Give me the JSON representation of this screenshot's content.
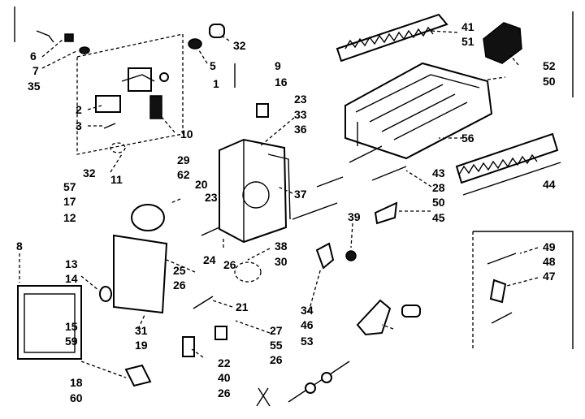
{
  "diagram": {
    "callouts": [
      {
        "id": "c-6",
        "text": "6"
      },
      {
        "id": "c-7",
        "text": "7"
      },
      {
        "id": "c-35",
        "text": "35"
      },
      {
        "id": "c-32a",
        "text": "32"
      },
      {
        "id": "c-5",
        "text": "5"
      },
      {
        "id": "c-9",
        "text": "9"
      },
      {
        "id": "c-16",
        "text": "16"
      },
      {
        "id": "c-1",
        "text": "1"
      },
      {
        "id": "c-2",
        "text": "2"
      },
      {
        "id": "c-3",
        "text": "3"
      },
      {
        "id": "c-10",
        "text": "10"
      },
      {
        "id": "c-32b",
        "text": "32"
      },
      {
        "id": "c-11",
        "text": "11"
      },
      {
        "id": "c-29",
        "text": "29"
      },
      {
        "id": "c-62",
        "text": "62"
      },
      {
        "id": "c-57",
        "text": "57"
      },
      {
        "id": "c-17",
        "text": "17"
      },
      {
        "id": "c-12",
        "text": "12"
      },
      {
        "id": "c-20",
        "text": "20"
      },
      {
        "id": "c-23a",
        "text": "23"
      },
      {
        "id": "c-23b",
        "text": "23"
      },
      {
        "id": "c-33",
        "text": "33"
      },
      {
        "id": "c-36",
        "text": "36"
      },
      {
        "id": "c-37",
        "text": "37"
      },
      {
        "id": "c-41",
        "text": "41"
      },
      {
        "id": "c-51",
        "text": "51"
      },
      {
        "id": "c-52",
        "text": "52"
      },
      {
        "id": "c-50a",
        "text": "50"
      },
      {
        "id": "c-56",
        "text": "56"
      },
      {
        "id": "c-43",
        "text": "43"
      },
      {
        "id": "c-28",
        "text": "28"
      },
      {
        "id": "c-50b",
        "text": "50"
      },
      {
        "id": "c-45",
        "text": "45"
      },
      {
        "id": "c-44",
        "text": "44"
      },
      {
        "id": "c-39",
        "text": "39"
      },
      {
        "id": "c-8",
        "text": "8"
      },
      {
        "id": "c-13",
        "text": "13"
      },
      {
        "id": "c-14",
        "text": "14"
      },
      {
        "id": "c-25",
        "text": "25"
      },
      {
        "id": "c-26a",
        "text": "26"
      },
      {
        "id": "c-24",
        "text": "24"
      },
      {
        "id": "c-26b",
        "text": "26"
      },
      {
        "id": "c-38",
        "text": "38"
      },
      {
        "id": "c-30",
        "text": "30"
      },
      {
        "id": "c-49",
        "text": "49"
      },
      {
        "id": "c-48",
        "text": "48"
      },
      {
        "id": "c-47",
        "text": "47"
      },
      {
        "id": "c-21",
        "text": "21"
      },
      {
        "id": "c-34",
        "text": "34"
      },
      {
        "id": "c-46",
        "text": "46"
      },
      {
        "id": "c-53",
        "text": "53"
      },
      {
        "id": "c-15",
        "text": "15"
      },
      {
        "id": "c-59",
        "text": "59"
      },
      {
        "id": "c-31",
        "text": "31"
      },
      {
        "id": "c-19",
        "text": "19"
      },
      {
        "id": "c-27",
        "text": "27"
      },
      {
        "id": "c-55",
        "text": "55"
      },
      {
        "id": "c-26c",
        "text": "26"
      },
      {
        "id": "c-22",
        "text": "22"
      },
      {
        "id": "c-40",
        "text": "40"
      },
      {
        "id": "c-26d",
        "text": "26"
      },
      {
        "id": "c-18",
        "text": "18"
      },
      {
        "id": "c-60",
        "text": "60"
      }
    ]
  }
}
